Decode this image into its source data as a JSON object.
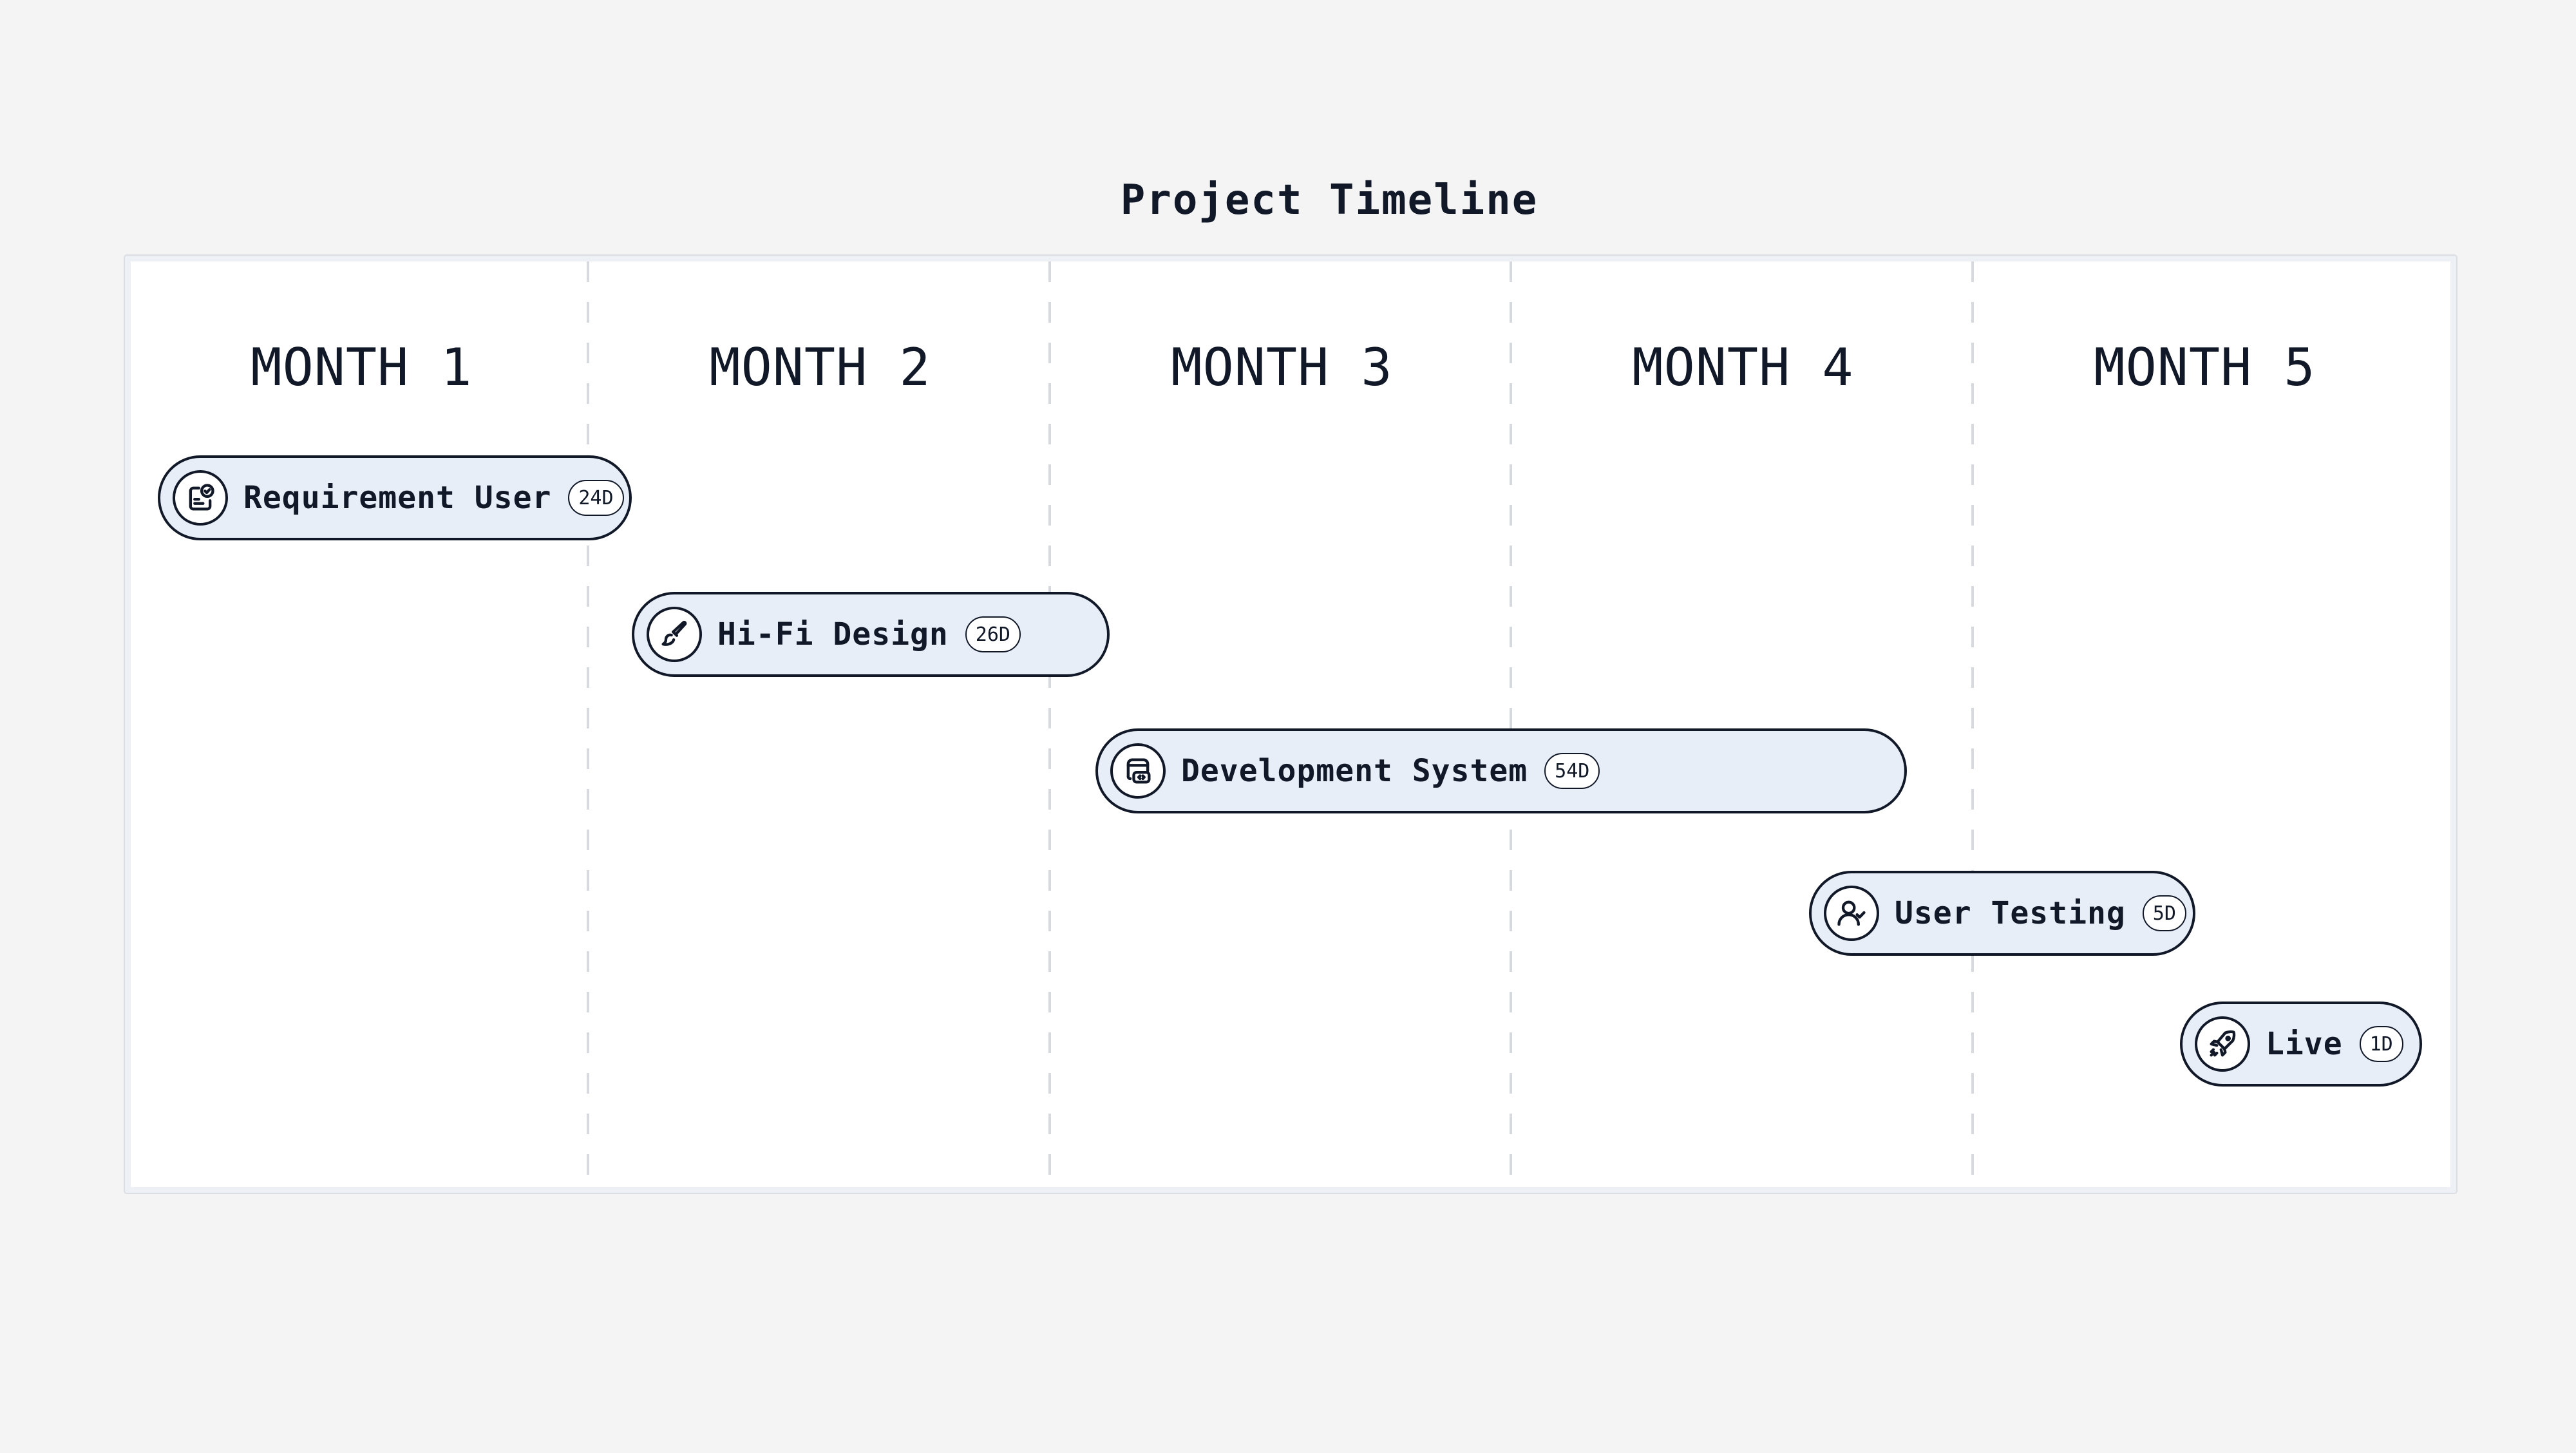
{
  "title": "Project Timeline",
  "months": [
    "MONTH 1",
    "MONTH 2",
    "MONTH 3",
    "MONTH 4",
    "MONTH 5"
  ],
  "colors": {
    "background": "#f4f4f5",
    "board": "#ffffff",
    "board_border": "#edf1f5",
    "divider": "#d6d9dd",
    "pill_fill": "#e7eef8",
    "pill_stroke": "#111827",
    "text": "#111827"
  },
  "tasks": [
    {
      "label": "Requirement User",
      "duration": "24D",
      "icon": "clipboard-check-icon"
    },
    {
      "label": "Hi-Fi Design",
      "duration": "26D",
      "icon": "paintbrush-icon"
    },
    {
      "label": "Development System",
      "duration": "54D",
      "icon": "browser-code-icon"
    },
    {
      "label": "User Testing",
      "duration": "5D",
      "icon": "user-check-icon"
    },
    {
      "label": "Live",
      "duration": "1D",
      "icon": "rocket-icon"
    }
  ],
  "chart_data": {
    "type": "gantt",
    "title": "Project Timeline",
    "categories": [
      "MONTH 1",
      "MONTH 2",
      "MONTH 3",
      "MONTH 4",
      "MONTH 5"
    ],
    "series": [
      {
        "name": "Requirement User",
        "duration_days": 24,
        "start_month": 1.05,
        "end_month": 2.08
      },
      {
        "name": "Hi-Fi Design",
        "duration_days": 26,
        "start_month": 2.08,
        "end_month": 3.12
      },
      {
        "name": "Development System",
        "duration_days": 54,
        "start_month": 3.1,
        "end_month": 4.87
      },
      {
        "name": "User Testing",
        "duration_days": 5,
        "start_month": 4.67,
        "end_month": 5.5
      },
      {
        "name": "Live",
        "duration_days": 1,
        "start_month": 5.47,
        "end_month": 5.97
      }
    ]
  }
}
